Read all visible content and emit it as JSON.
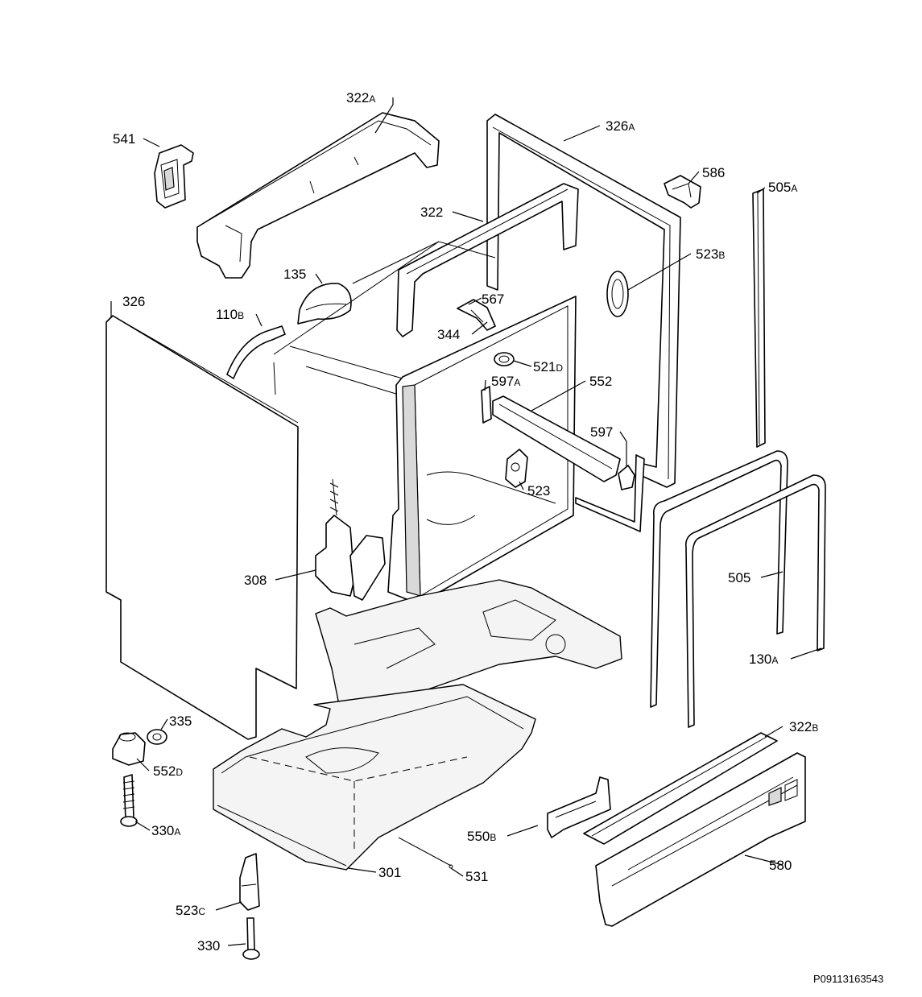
{
  "callouts": {
    "c322a": {
      "num": "322",
      "suffix": "A"
    },
    "c326a": {
      "num": "326",
      "suffix": "A"
    },
    "c541": {
      "num": "541",
      "suffix": ""
    },
    "c586": {
      "num": "586",
      "suffix": ""
    },
    "c505a": {
      "num": "505",
      "suffix": "A"
    },
    "c322": {
      "num": "322",
      "suffix": ""
    },
    "c523b": {
      "num": "523",
      "suffix": "B"
    },
    "c135": {
      "num": "135",
      "suffix": ""
    },
    "c326": {
      "num": "326",
      "suffix": ""
    },
    "c567": {
      "num": "567",
      "suffix": ""
    },
    "c110b": {
      "num": "110",
      "suffix": "B"
    },
    "c344": {
      "num": "344",
      "suffix": ""
    },
    "c521d": {
      "num": "521",
      "suffix": "D"
    },
    "c597a": {
      "num": "597",
      "suffix": "A"
    },
    "c552": {
      "num": "552",
      "suffix": ""
    },
    "c597": {
      "num": "597",
      "suffix": ""
    },
    "c523": {
      "num": "523",
      "suffix": ""
    },
    "c505": {
      "num": "505",
      "suffix": ""
    },
    "c308": {
      "num": "308",
      "suffix": ""
    },
    "c130a": {
      "num": "130",
      "suffix": "A"
    },
    "c335": {
      "num": "335",
      "suffix": ""
    },
    "c322b": {
      "num": "322",
      "suffix": "B"
    },
    "c552d": {
      "num": "552",
      "suffix": "D"
    },
    "c330a": {
      "num": "330",
      "suffix": "A"
    },
    "c550b": {
      "num": "550",
      "suffix": "B"
    },
    "c580": {
      "num": "580",
      "suffix": ""
    },
    "c301": {
      "num": "301",
      "suffix": ""
    },
    "c531": {
      "num": "531",
      "suffix": ""
    },
    "c523c": {
      "num": "523",
      "suffix": "C"
    },
    "c330": {
      "num": "330",
      "suffix": ""
    }
  },
  "document_id": "P09113163543"
}
